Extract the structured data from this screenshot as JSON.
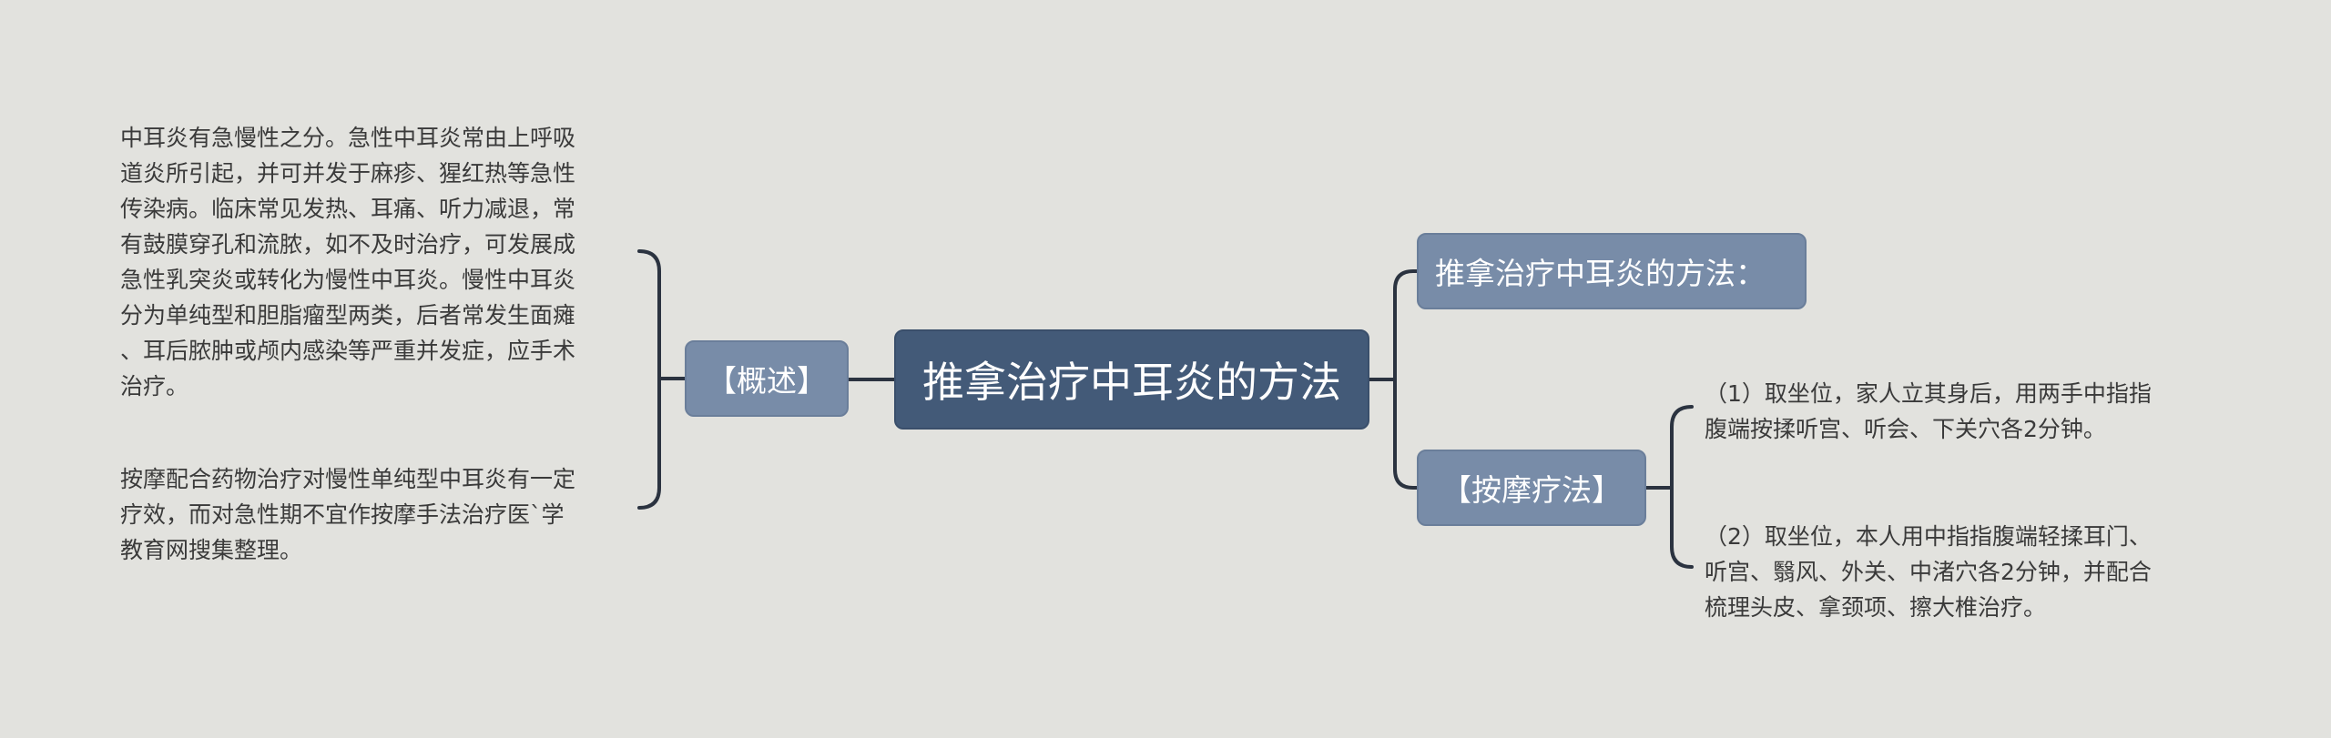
{
  "mindmap": {
    "root": "推拿治疗中耳炎的方法",
    "branch_overview": "【概述】",
    "branch_method": "推拿治疗中耳炎的方法：",
    "branch_massage": "【按摩疗法】",
    "overview_text_1": "中耳炎有急慢性之分。急性中耳炎常由上呼吸\n道炎所引起，并可并发于麻疹、猩红热等急性\n传染病。临床常见发热、耳痛、听力减退，常\n有鼓膜穿孔和流脓，如不及时治疗，可发展成\n急性乳突炎或转化为慢性中耳炎。慢性中耳炎\n分为单纯型和胆脂瘤型两类，后者常发生面瘫\n、耳后脓肿或颅内感染等严重并发症，应手术\n治疗。",
    "overview_text_2": "按摩配合药物治疗对慢性单纯型中耳炎有一定\n疗效，而对急性期不宜作按摩手法治疗医`学\n教育网搜集整理。",
    "massage_text_1": "（1）取坐位，家人立其身后，用两手中指指\n腹端按揉听宫、听会、下关穴各2分钟。",
    "massage_text_2": "（2）取坐位，本人用中指指腹端轻揉耳门、\n听宫、翳风、外关、中渚穴各2分钟，并配合\n梳理头皮、拿颈项、擦大椎治疗。"
  },
  "colors": {
    "background": "#e2e2de",
    "root_fill": "#435a78",
    "branch_fill": "#788ca8",
    "connector": "#2b3340",
    "leaf_text": "#3a3a3a"
  }
}
